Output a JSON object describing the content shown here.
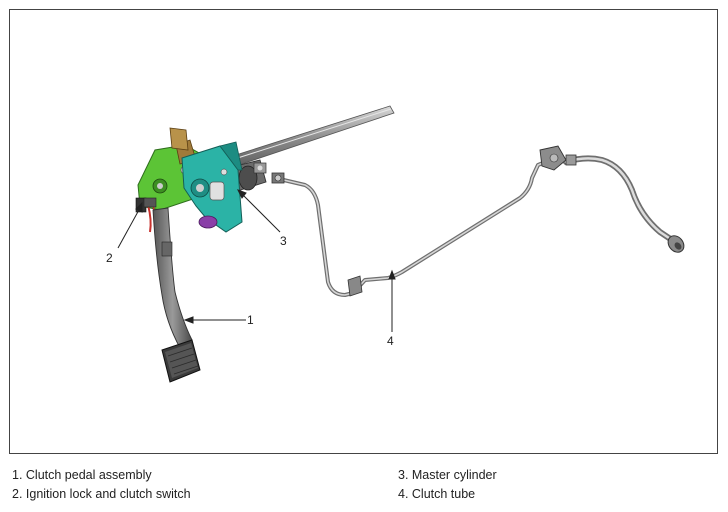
{
  "callouts": {
    "c1": "1",
    "c2": "2",
    "c3": "3",
    "c4": "4"
  },
  "legend": {
    "left": [
      "1. Clutch pedal assembly",
      "2. Ignition lock and clutch switch"
    ],
    "right": [
      "3. Master cylinder",
      "4. Clutch tube"
    ]
  },
  "colors": {
    "bracket_teal": "#2bb3a6",
    "bracket_green": "#5cc436",
    "switch_purple": "#8a3fa8",
    "switch_red": "#c8322e",
    "pipe": "#9a9a9a",
    "frame": "#444444"
  }
}
